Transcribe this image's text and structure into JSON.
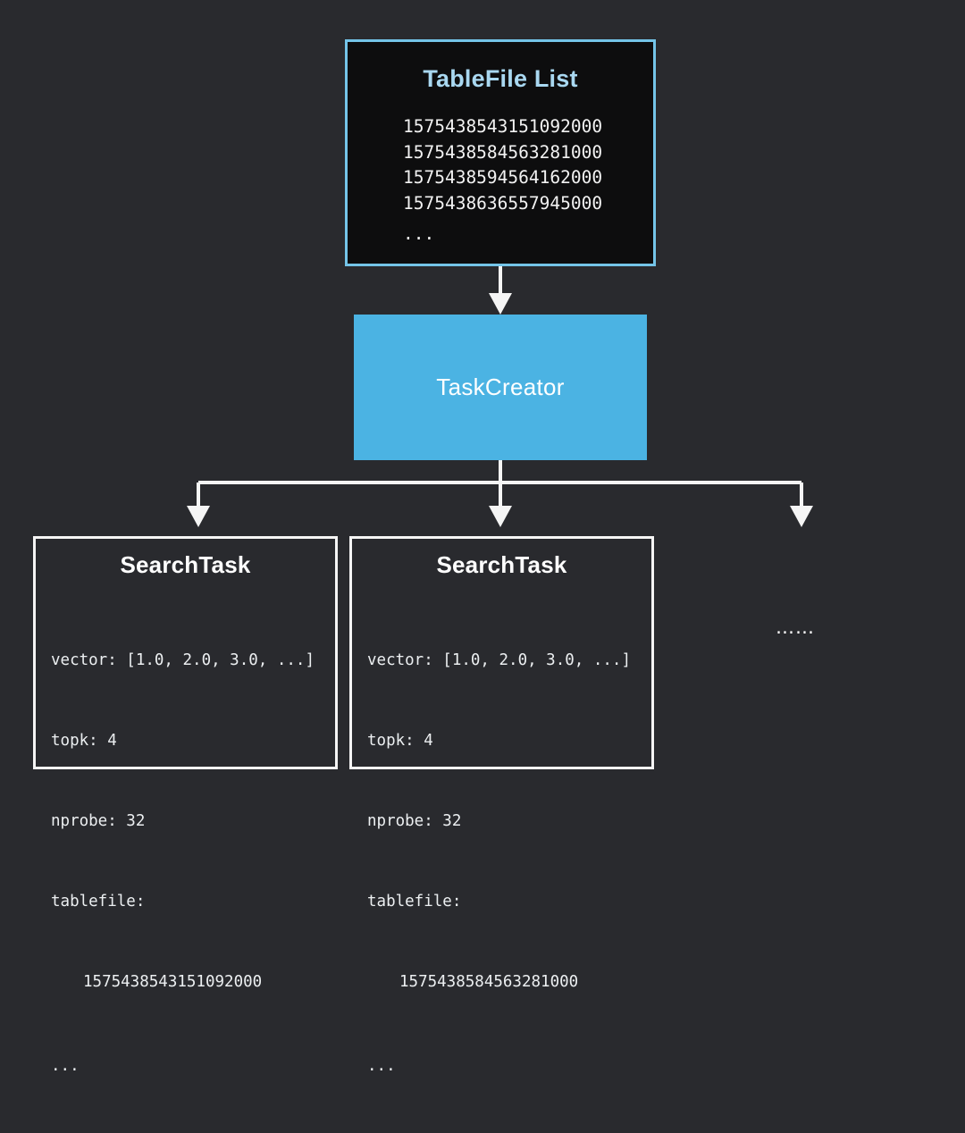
{
  "diagram": {
    "background_color": "#292a2e",
    "accent_color": "#4bb3e3",
    "title_blue": "#a9d8f1"
  },
  "tablefile": {
    "title": "TableFile List",
    "ids": [
      "1575438543151092000",
      "1575438584563281000",
      "1575438594564162000",
      "1575438636557945000"
    ],
    "ellipsis": "..."
  },
  "taskcreator": {
    "label": "TaskCreator"
  },
  "tasks": [
    {
      "title": "SearchTask",
      "vector_line": "vector: [1.0, 2.0, 3.0, ...]",
      "topk_line": "topk: 4",
      "nprobe_line": "nprobe: 32",
      "tablefile_label": "tablefile:",
      "tablefile_value": "1575438543151092000",
      "ellipsis": "..."
    },
    {
      "title": "SearchTask",
      "vector_line": "vector: [1.0, 2.0, 3.0, ...]",
      "topk_line": "topk: 4",
      "nprobe_line": "nprobe: 32",
      "tablefile_label": "tablefile:",
      "tablefile_value": "1575438584563281000",
      "ellipsis": "..."
    }
  ],
  "more_tasks": {
    "ellipsis": "……"
  }
}
